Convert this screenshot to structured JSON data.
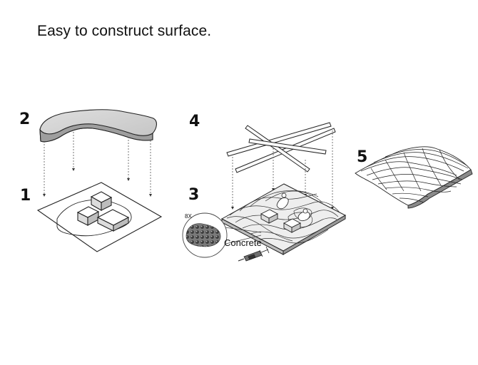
{
  "title": "Easy to construct surface.",
  "steps": [
    "1",
    "2",
    "3",
    "4",
    "5"
  ],
  "labels": {
    "concrete": "Concrete",
    "scale": "8X"
  }
}
